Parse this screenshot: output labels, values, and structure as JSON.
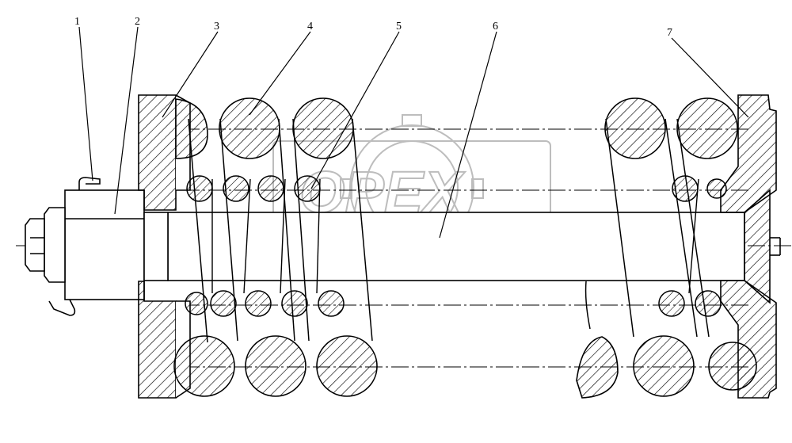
{
  "diagram": {
    "callouts": [
      "1",
      "2",
      "3",
      "4",
      "5",
      "6",
      "7"
    ]
  },
  "watermark": {
    "text": "OPEX",
    "color": "#bdbdbd"
  },
  "colors": {
    "line": "#000000",
    "background": "#ffffff",
    "hatch": "#000000"
  }
}
